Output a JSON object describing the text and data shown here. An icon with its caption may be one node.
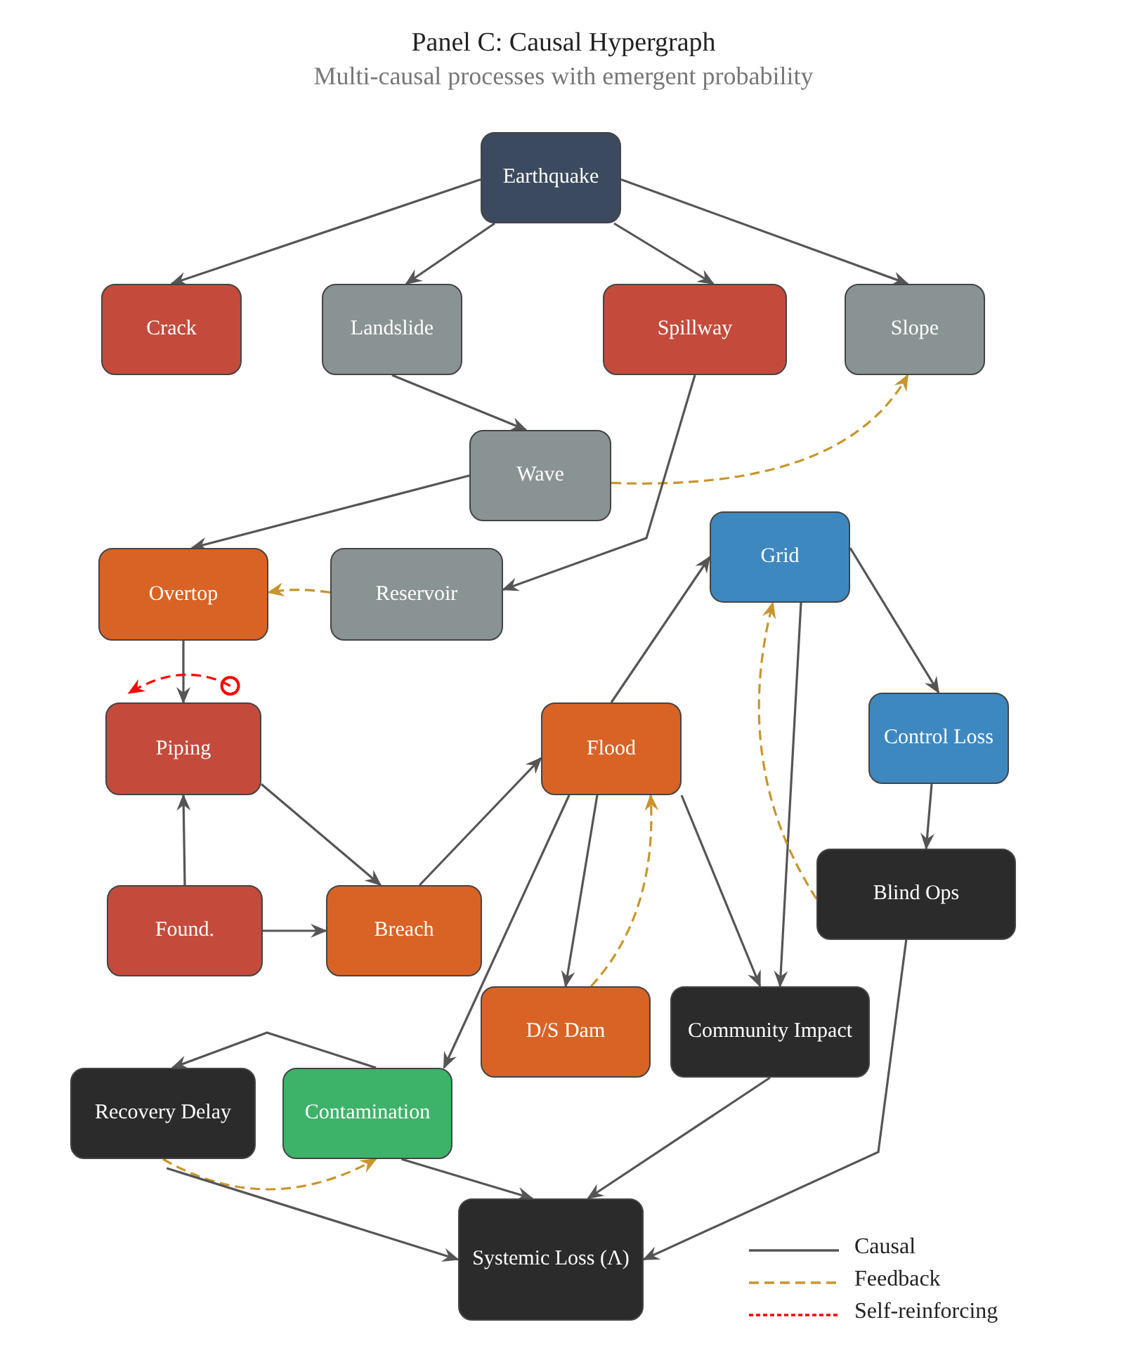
{
  "diagram": {
    "title": "Panel C: Causal Hypergraph",
    "caption": "Multi-causal processes with emergent probability",
    "nodes": [
      {
        "text": [
          "Earthquake"
        ]
      },
      {
        "text": [
          "Crack"
        ]
      },
      {
        "text": [
          "Landslide"
        ]
      },
      {
        "text": [
          "Spillway"
        ]
      },
      {
        "text": [
          "Slope"
        ]
      },
      {
        "text": [
          "Wave"
        ]
      },
      {
        "text": [
          "Reservoir"
        ]
      },
      {
        "text": [
          "Overtop"
        ]
      },
      {
        "text": [
          "Grid"
        ]
      },
      {
        "text": [
          "Piping"
        ]
      },
      {
        "text": [
          "Flood"
        ]
      },
      {
        "text": [
          "Control Loss"
        ]
      },
      {
        "text": [
          "Found."
        ]
      },
      {
        "text": [
          "Breach"
        ]
      },
      {
        "text": [
          "Blind Ops"
        ]
      },
      {
        "text": [
          "D/S Dam"
        ]
      },
      {
        "text": [
          "Community Impact"
        ]
      },
      {
        "text": [
          "Recovery Delay"
        ]
      },
      {
        "text": [
          "Contamination"
        ]
      },
      {
        "text": [
          "Systemic Loss (Λ)"
        ]
      }
    ],
    "edges": [
      {
        "from": 0,
        "to": 1,
        "arrow": "to"
      },
      {
        "from": 0,
        "to": 2,
        "arrow": "to"
      },
      {
        "from": 0,
        "to": 3,
        "arrow": "to"
      },
      {
        "from": 0,
        "to": 4,
        "arrow": "to"
      },
      {
        "from": 2,
        "to": 5,
        "arrow": "to"
      },
      {
        "from": 5,
        "to": 7,
        "arrow": "to"
      },
      {
        "from": 5,
        "to": 4,
        "arrow": "to",
        "style": "dashed",
        "color": "#c8952c"
      },
      {
        "from": 3,
        "to": 6,
        "arrow": "to"
      },
      {
        "from": 6,
        "to": 7,
        "arrow": "to",
        "style": "dashed",
        "color": "#c8952c"
      },
      {
        "from": 7,
        "to": 9,
        "arrow": "to"
      },
      {
        "from": 9,
        "to": 9,
        "arrow": "to",
        "style": "dashed",
        "color": "#ff0000"
      },
      {
        "from": 12,
        "to": 9,
        "arrow": "to"
      },
      {
        "from": 12,
        "to": 13,
        "arrow": "to"
      },
      {
        "from": 9,
        "to": 13,
        "arrow": "to"
      },
      {
        "from": 13,
        "to": 10,
        "arrow": "to"
      },
      {
        "from": 10,
        "to": 8,
        "arrow": "to"
      },
      {
        "from": 8,
        "to": 11,
        "arrow": "to"
      },
      {
        "from": 8,
        "to": 16,
        "arrow": "to"
      },
      {
        "from": 11,
        "to": 14,
        "arrow": "to"
      },
      {
        "from": 14,
        "to": 8,
        "arrow": "to",
        "style": "dashed",
        "color": "#c8952c"
      },
      {
        "from": 10,
        "to": 15,
        "arrow": "to"
      },
      {
        "from": 15,
        "to": 10,
        "arrow": "to",
        "style": "dashed",
        "color": "#c8952c"
      },
      {
        "from": 10,
        "to": 16,
        "arrow": "to"
      },
      {
        "from": 10,
        "to": 18,
        "arrow": "to"
      },
      {
        "from": 18,
        "to": 17,
        "arrow": "to"
      },
      {
        "from": 17,
        "to": 18,
        "arrow": "to",
        "style": "dashed",
        "color": "#c8952c"
      },
      {
        "from": 17,
        "to": 19,
        "arrow": "to"
      },
      {
        "from": 18,
        "to": 19,
        "arrow": "to"
      },
      {
        "from": 16,
        "to": 19,
        "arrow": "to"
      },
      {
        "from": 14,
        "to": 19,
        "arrow": "to"
      }
    ],
    "legend": [
      {
        "text": "Causal"
      },
      {
        "text": "Feedback"
      },
      {
        "text": "Self-reinforcing"
      }
    ]
  }
}
